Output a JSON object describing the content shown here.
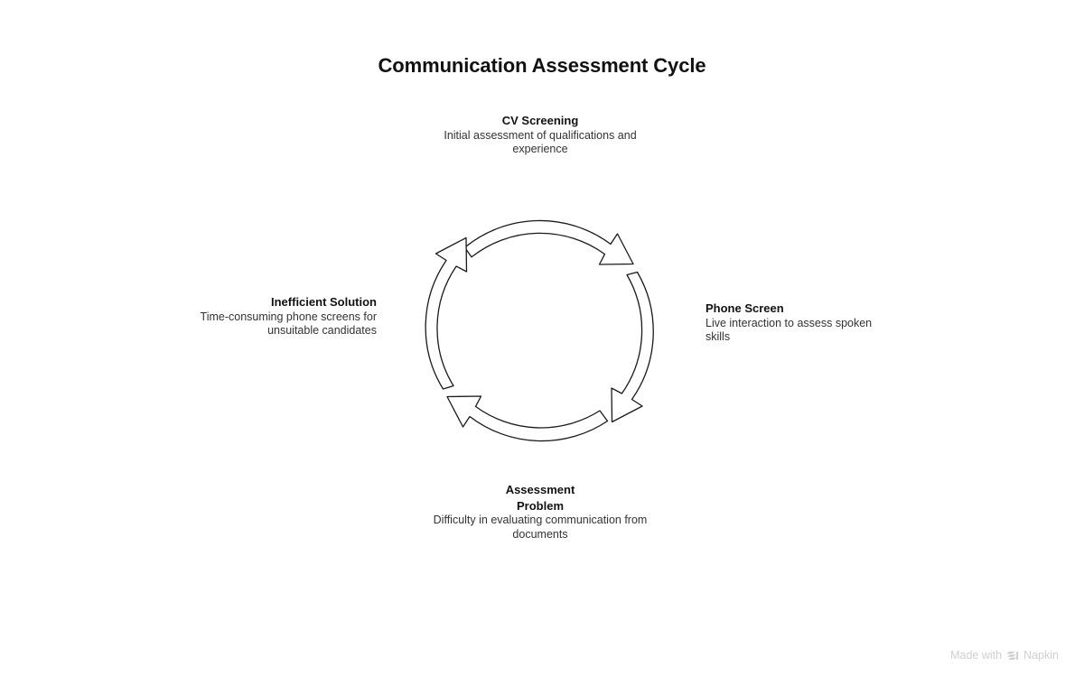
{
  "page": {
    "title": "Communication Assessment Cycle",
    "background_color": "#ffffff",
    "title_color": "#111111",
    "heading_color": "#121212",
    "body_color": "#333333",
    "stroke_color": "#1a1a1a"
  },
  "diagram": {
    "type": "cycle",
    "direction": "clockwise",
    "arrow_count": 4,
    "nodes": [
      {
        "position": "top",
        "title": "CV Screening",
        "description": "Initial assessment of qualifications and experience"
      },
      {
        "position": "right",
        "title": "Phone Screen",
        "description": "Live interaction to assess spoken skills"
      },
      {
        "position": "bottom",
        "title": "Assessment Problem",
        "description": "Difficulty in evaluating communication from documents"
      },
      {
        "position": "left",
        "title": "Inefficient Solution",
        "description": "Time-consuming phone screens for unsuitable candidates"
      }
    ]
  },
  "watermark": {
    "text_before": "Made with",
    "brand": "Napkin",
    "logo_icon": "napkin-chevron-stack-icon",
    "color": "#cfcfcf"
  }
}
